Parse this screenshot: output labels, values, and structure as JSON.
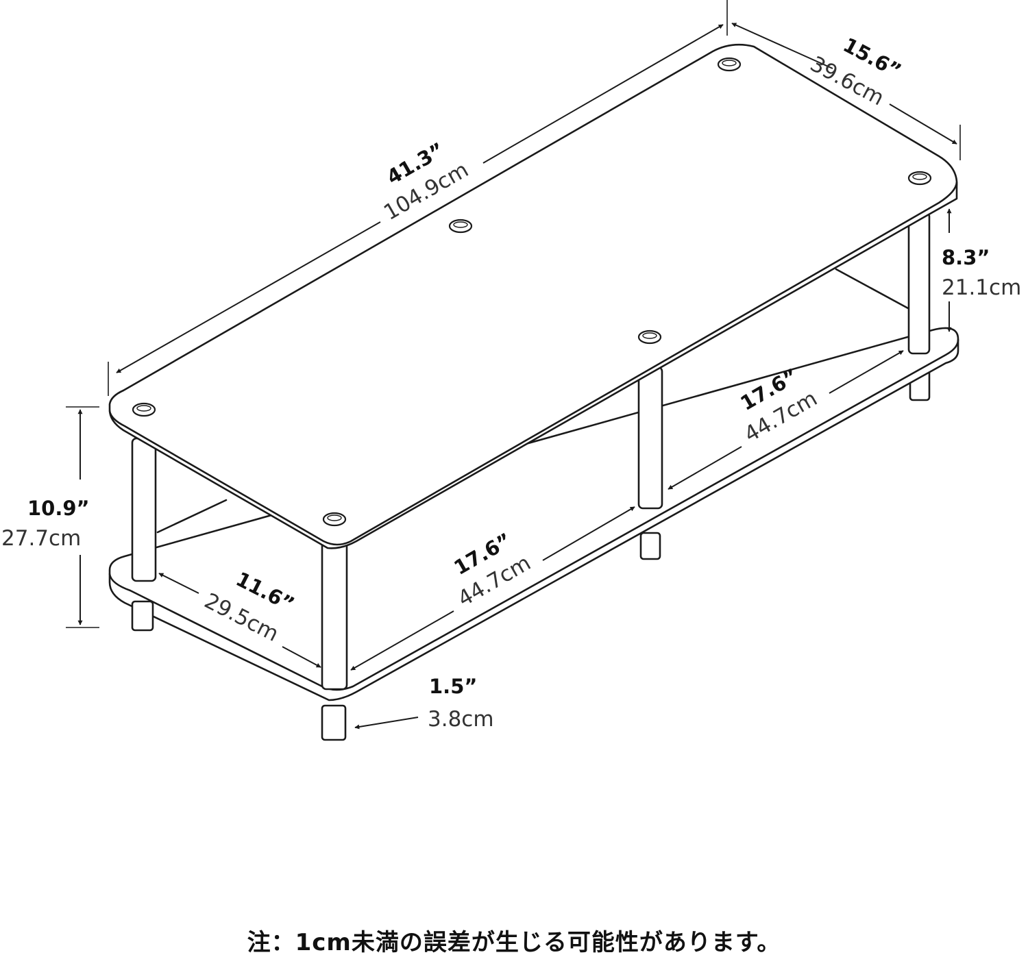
{
  "dimensions": {
    "top_length": {
      "inch": "41.3”",
      "cm": "104.9cm"
    },
    "top_depth": {
      "inch": "15.6”",
      "cm": "39.6cm"
    },
    "shelf_clearance": {
      "inch": "8.3”",
      "cm": "21.1cm"
    },
    "overall_height": {
      "inch": "10.9”",
      "cm": "27.7cm"
    },
    "compartment_right": {
      "inch": "17.6”",
      "cm": "44.7cm"
    },
    "compartment_left": {
      "inch": "17.6”",
      "cm": "44.7cm"
    },
    "inner_depth": {
      "inch": "11.6”",
      "cm": "29.5cm"
    },
    "foot_height": {
      "inch": "1.5”",
      "cm": "3.8cm"
    }
  },
  "note": "注：1cm未満の誤差が生じる可能性があります。"
}
